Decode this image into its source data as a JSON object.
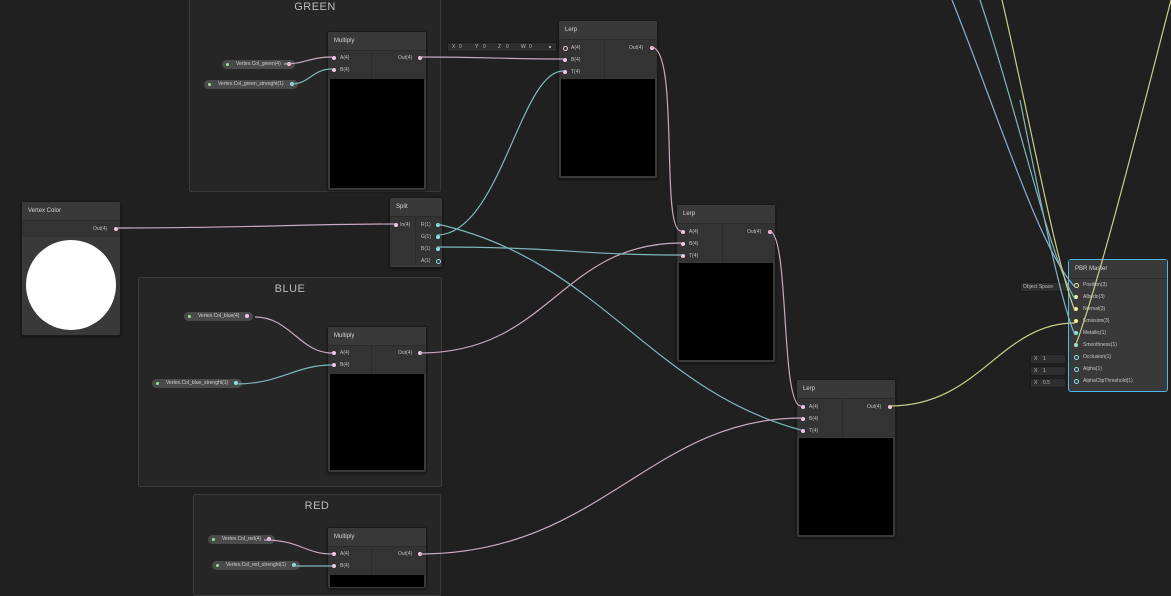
{
  "groups": {
    "green": "GREEN",
    "blue": "BLUE",
    "red": "RED"
  },
  "nodes": {
    "multiply_title": "Multiply",
    "lerp_title": "Lerp",
    "split_title": "Split",
    "vertex_color_title": "Vertex Color",
    "master_title": "PBR Master"
  },
  "ports": {
    "a4": "A(4)",
    "b4": "B(4)",
    "t4": "T(4)",
    "out4": "Out(4)",
    "in4": "In(4)",
    "r1": "R(1)",
    "g1": "G(1)",
    "b1": "B(1)",
    "a1": "A(1)"
  },
  "properties": {
    "green": "Vertex.Col_green(4)",
    "green_strength": "Vertex.Col_green_strenght(1)",
    "blue": "Vertex.Col_blue(4)",
    "blue_strength": "Vertex.Col_blue_strenght(1)",
    "red": "Vertex.Col_red(4)",
    "red_strength": "Vertex.Col_red_strenght(1)"
  },
  "lerp_vector_field": {
    "x_label": "X",
    "x_value": "0",
    "y_label": "Y",
    "y_value": "0",
    "z_label": "Z",
    "z_value": "0",
    "w_label": "W",
    "w_value": "0"
  },
  "master": {
    "space_label": "Object Space",
    "ports": [
      "Position(3)",
      "Albedo(3)",
      "Normal(3)",
      "Emission(3)",
      "Metallic(1)",
      "Smoothness(1)",
      "Occlusion(1)",
      "Alpha(1)",
      "AlphaClipThreshold(1)"
    ],
    "inputs": {
      "occlusion_label": "X",
      "occlusion_value": "1",
      "alpha_label": "X",
      "alpha_value": "1",
      "clip_label": "X",
      "clip_value": "0.5"
    }
  },
  "colors": {
    "background": "#202020",
    "wire_pink": "#c8a8c0",
    "wire_cyan": "#7fb7bd",
    "wire_yellow": "#c9cf8a",
    "wire_blue": "#8aaed8",
    "master_outline": "#4fb7e8"
  }
}
